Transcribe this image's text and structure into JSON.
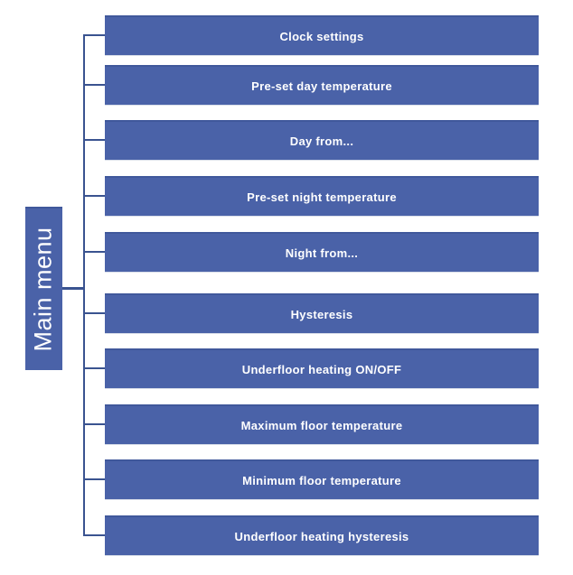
{
  "diagram": {
    "root": {
      "label": "Main menu"
    },
    "items": [
      {
        "label": "Clock settings"
      },
      {
        "label": "Pre-set day temperature"
      },
      {
        "label": "Day from..."
      },
      {
        "label": "Pre-set night temperature"
      },
      {
        "label": "Night from..."
      },
      {
        "label": "Hysteresis"
      },
      {
        "label": "Underfloor heating ON/OFF"
      },
      {
        "label": "Maximum floor temperature"
      },
      {
        "label": "Minimum floor temperature"
      },
      {
        "label": "Underfloor heating hysteresis"
      }
    ],
    "colors": {
      "box_fill": "#4a62a8",
      "box_top_edge": "#40589b",
      "line": "#3a5390",
      "label_text": "#ffffff",
      "page_background": "#ffffff"
    }
  }
}
